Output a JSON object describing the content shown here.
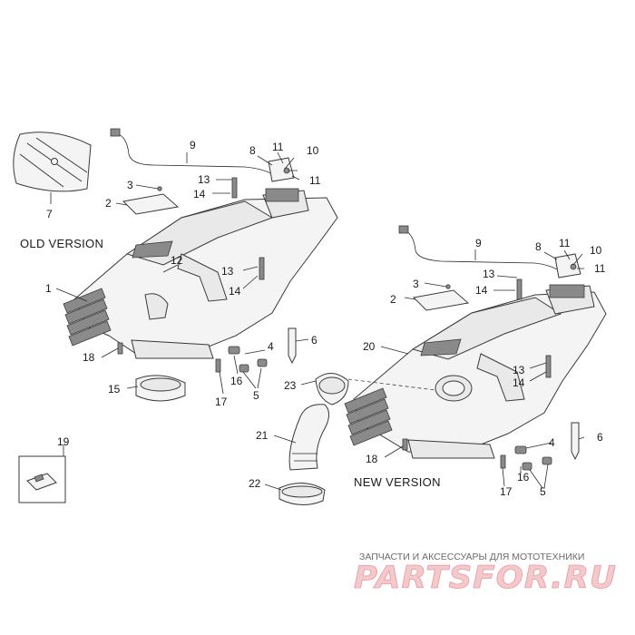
{
  "callouts": {
    "c1": "1",
    "c2": "2",
    "c3": "3",
    "c4": "4",
    "c5": "5",
    "c6": "6",
    "c7": "7",
    "c8": "8",
    "c9": "9",
    "c10": "10",
    "c11a": "11",
    "c11b": "11",
    "c12": "12",
    "c13a": "13",
    "c13b": "13",
    "c14a": "14",
    "c14b": "14",
    "c15": "15",
    "c16": "16",
    "c17": "17",
    "c18": "18",
    "c19": "19",
    "n2": "2",
    "n3": "3",
    "n4": "4",
    "n5": "5",
    "n6": "6",
    "n8": "8",
    "n9": "9",
    "n10": "10",
    "n11a": "11",
    "n11b": "11",
    "n13a": "13",
    "n13b": "13",
    "n14a": "14",
    "n14b": "14",
    "n16": "16",
    "n17": "17",
    "n18": "18",
    "n20": "20",
    "n21": "21",
    "n22": "22",
    "n23": "23"
  },
  "versions": {
    "old": "OLD  VERSION",
    "new": "NEW VERSION"
  },
  "watermark": {
    "tagline": "ЗАПЧАСТИ И АКСЕССУАРЫ ДЛЯ МОТОТЕХНИКИ",
    "logo": "PARTSFOR.RU"
  }
}
